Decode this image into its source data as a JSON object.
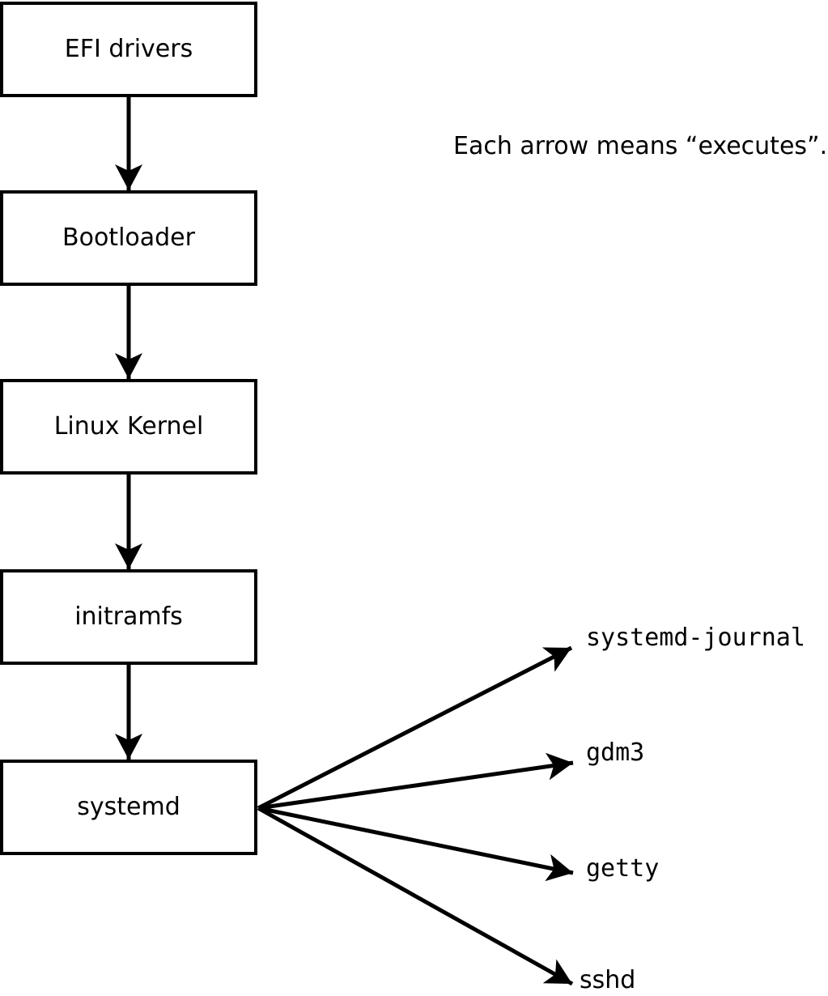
{
  "diagram": {
    "annotation": "Each arrow means “executes”.",
    "chain": [
      {
        "label": "EFI drivers"
      },
      {
        "label": "Bootloader"
      },
      {
        "label": "Linux Kernel"
      },
      {
        "label": "initramfs"
      },
      {
        "label": "systemd"
      }
    ],
    "spawned": [
      {
        "label": "systemd-journal"
      },
      {
        "label": "gdm3"
      },
      {
        "label": "getty"
      },
      {
        "label": "sshd"
      }
    ],
    "edges": [
      {
        "from": "EFI drivers",
        "to": "Bootloader",
        "meaning": "executes"
      },
      {
        "from": "Bootloader",
        "to": "Linux Kernel",
        "meaning": "executes"
      },
      {
        "from": "Linux Kernel",
        "to": "initramfs",
        "meaning": "executes"
      },
      {
        "from": "initramfs",
        "to": "systemd",
        "meaning": "executes"
      },
      {
        "from": "systemd",
        "to": "systemd-journal",
        "meaning": "executes"
      },
      {
        "from": "systemd",
        "to": "gdm3",
        "meaning": "executes"
      },
      {
        "from": "systemd",
        "to": "getty",
        "meaning": "executes"
      },
      {
        "from": "systemd",
        "to": "sshd",
        "meaning": "executes"
      }
    ],
    "colors": {
      "line": "#000000",
      "background": "#ffffff",
      "box_fill": "#ffffff",
      "text": "#000000"
    }
  }
}
